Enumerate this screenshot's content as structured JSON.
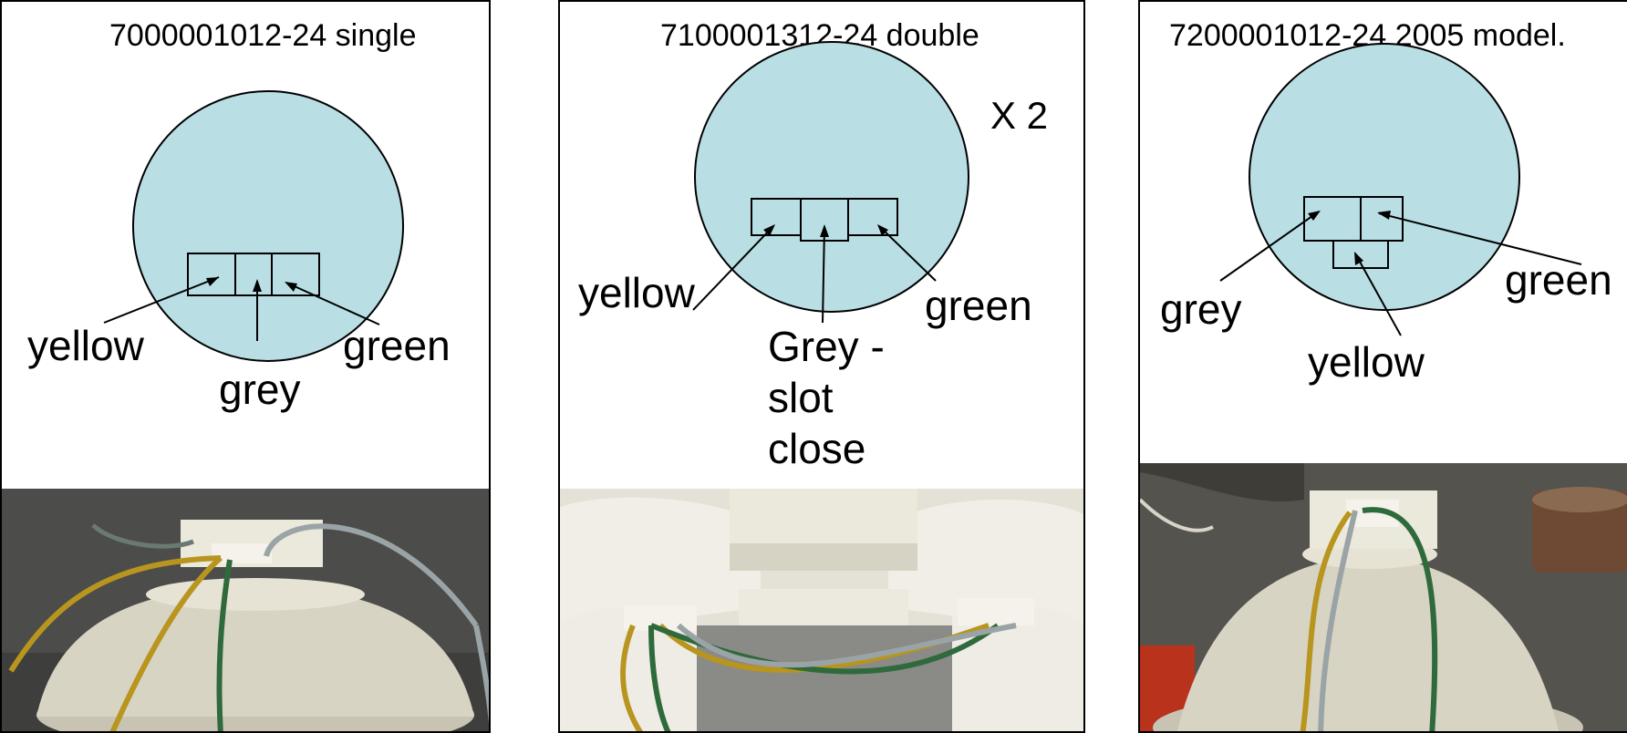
{
  "panels": [
    {
      "title": "7000001012-24 single",
      "labels": {
        "left": "yellow",
        "center": "grey",
        "right": "green"
      }
    },
    {
      "title": "7100001312-24 double",
      "multiplier": "X 2",
      "labels": {
        "left": "yellow",
        "center": [
          "Grey -",
          "slot",
          "close"
        ],
        "right": "green"
      }
    },
    {
      "title": "7200001012-24 2005 model.",
      "labels": {
        "left": "grey",
        "center": "yellow",
        "right": "green"
      }
    }
  ],
  "colors": {
    "circle_fill": "#b9dfe4",
    "stroke": "#000000",
    "photo_background": "#4a4a48",
    "housing": "#d8d4c4",
    "wire_yellow": "#b8951e",
    "wire_green": "#2f6a3c",
    "wire_grey": "#9aa4a6"
  }
}
